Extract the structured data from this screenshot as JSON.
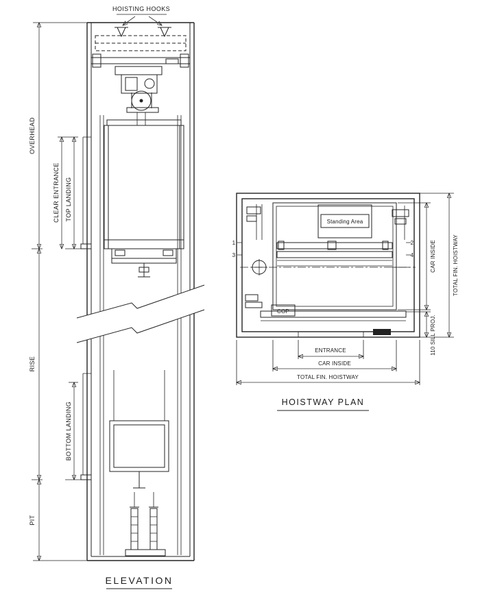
{
  "drawing": {
    "type": "elevator installation drawing",
    "colors": {
      "line": "#222222",
      "background": "#ffffff"
    }
  },
  "elevation": {
    "hoisting_hooks_label": "HOISTING HOOKS",
    "dim_overhead": "OVERHEAD",
    "dim_clear_entrance": "CLEAR ENTRANCE",
    "dim_top_landing": "TOP LANDING",
    "dim_rise": "RISE",
    "dim_bottom_landing": "BOTTOM LANDING",
    "dim_pit": "PIT",
    "title": "ELEVATION"
  },
  "hoistway_plan": {
    "standing_area_label": "Standing Area",
    "cop_label": "COP",
    "dim_entrance": "ENTRANCE",
    "dim_car_inside_width": "CAR INSIDE",
    "dim_total_fin_hoistway_width": "TOTAL FIN. HOISTWAY",
    "dim_car_inside_depth": "CAR INSIDE",
    "dim_total_fin_hoistway_depth": "TOTAL FIN. HOISTWAY",
    "dim_sill_projection": "110 SILL PROJ.",
    "marker_1": "1",
    "marker_2": "2",
    "marker_3": "3",
    "marker_4": "4",
    "title": "HOISTWAY PLAN"
  }
}
